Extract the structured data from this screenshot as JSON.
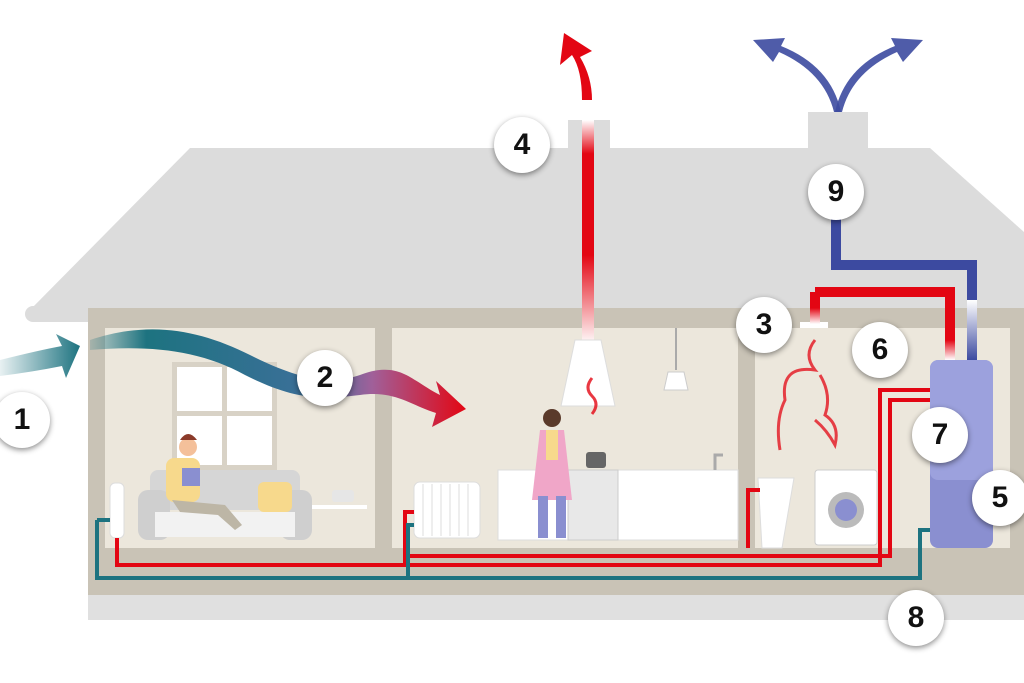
{
  "title": "Exhaust air heat pump ventilation diagram",
  "labels": [
    "1",
    "2",
    "3",
    "4",
    "5",
    "6",
    "7",
    "8",
    "9"
  ],
  "colors": {
    "roof": "#dcdcdc",
    "wall": "#c9c3b6",
    "room": "#ece7dc",
    "hot": "#e30613",
    "cold": "#1d7380",
    "exhaust": "#3c4aa0",
    "tank": "#8a8fd0"
  }
}
